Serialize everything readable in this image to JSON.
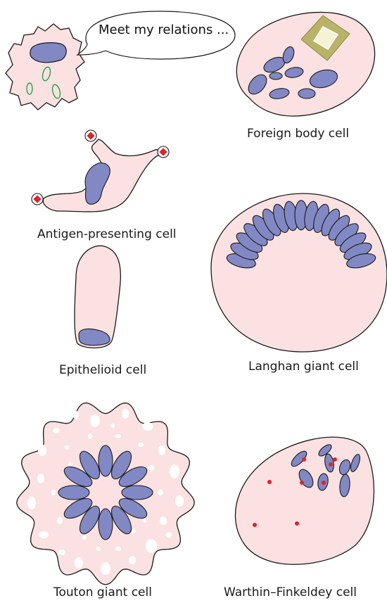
{
  "speech_bubble": "Meet my relations ...",
  "labels": {
    "foreign_body": "Foreign body cell",
    "antigen_presenting": "Antigen-presenting cell",
    "epithelioid": "Epithelioid cell",
    "langhan": "Langhan giant cell",
    "touton": "Touton giant cell",
    "warthin": "Warthin–Finkeldey cell"
  },
  "colors": {
    "cytoplasm": "#fbe1e1",
    "nucleus": "#8188c4",
    "outline": "#1a1a1a",
    "antigen": "#e0222b",
    "vacuole_ring": "#2aa04a",
    "foreign_body": "#b9b36a",
    "warthin_dots": "#e0222b"
  }
}
